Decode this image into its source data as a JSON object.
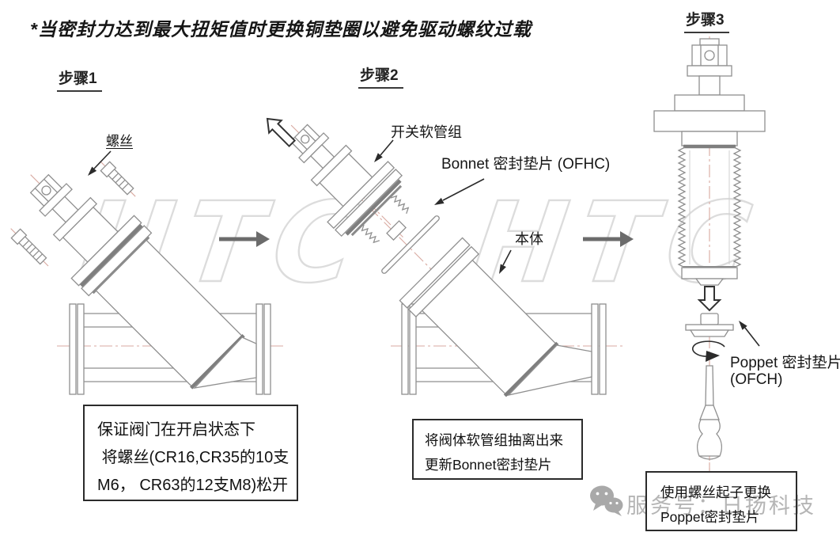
{
  "page": {
    "note": "*当密封力达到最大扭矩值时更换铜垫圈以避免驱动螺纹过载"
  },
  "steps": [
    {
      "title": "步骤1",
      "caption_lines": [
        "保证阀门在开启状态下",
        " 将螺丝(CR16,CR35的10支",
        "M6， CR63的12支M8)松开"
      ]
    },
    {
      "title": "步骤2",
      "caption_lines": [
        "将阀体软管组抽离出来",
        "更新Bonnet密封垫片"
      ]
    },
    {
      "title": "步骤3",
      "caption_lines": [
        "使用螺丝起子更换",
        "Poppet密封垫片"
      ]
    }
  ],
  "labels": {
    "screw": "螺丝",
    "hose_assembly": "开关软管组",
    "bonnet_gasket": "Bonnet 密封垫片 (OFHC)",
    "body": "本体",
    "poppet_gasket_line1": "Poppet 密封垫片",
    "poppet_gasket_line2": "(OFCH)"
  },
  "watermark": {
    "brand": "HTC",
    "service_account": "服务号：日扬科技"
  },
  "colors": {
    "line": "#8f8f8f",
    "seam": "#7e7e7e",
    "centerline": "#d8a9a0",
    "watermark_outline": "#dcdcdc",
    "gray_arrow": "#6b6b6b",
    "gray_watermark_text": "#b5b5b5",
    "text": "#1d1d1d"
  }
}
